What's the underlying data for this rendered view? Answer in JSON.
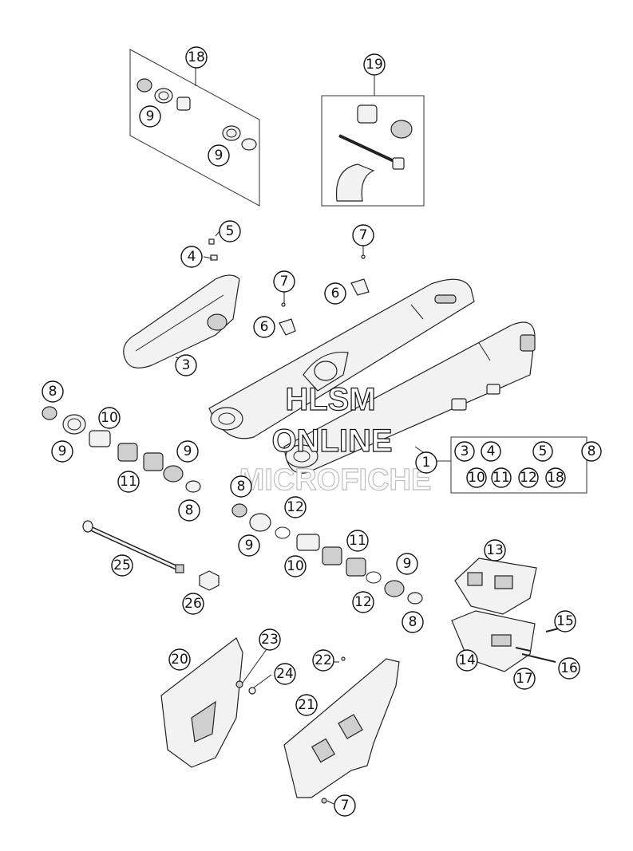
{
  "watermark": {
    "line1": "HLSM",
    "line2": "ONLINE",
    "line3": "MICROFICHE"
  },
  "callouts": [
    "1",
    "3",
    "4",
    "5",
    "6",
    "6",
    "7",
    "7",
    "7",
    "8",
    "8",
    "8",
    "8",
    "9",
    "9",
    "9",
    "9",
    "9",
    "9",
    "10",
    "10",
    "11",
    "11",
    "12",
    "12",
    "13",
    "14",
    "15",
    "16",
    "17",
    "18",
    "19",
    "20",
    "21",
    "22",
    "23",
    "24",
    "25",
    "26"
  ],
  "kit_box": {
    "items": [
      "3",
      "4",
      "5",
      "8",
      "10",
      "11",
      "12",
      "18"
    ]
  }
}
